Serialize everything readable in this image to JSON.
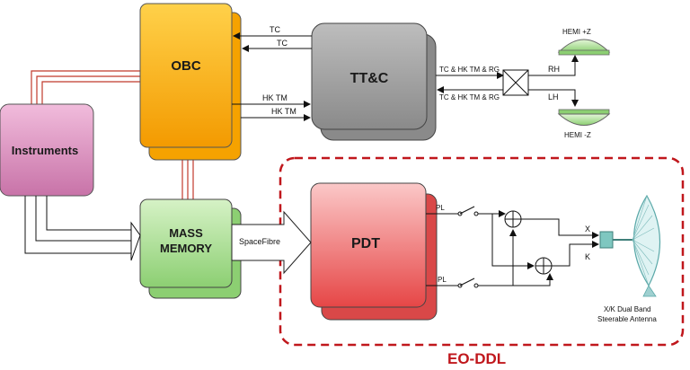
{
  "blocks": {
    "obc": "OBC",
    "ttc": "TT&C",
    "instruments": "Instruments",
    "mass_memory_line1": "MASS",
    "mass_memory_line2": "MEMORY",
    "pdt": "PDT"
  },
  "links": {
    "tc_1": "TC",
    "tc_2": "TC",
    "hk_tm_1": "HK TM",
    "hk_tm_2": "HK TM",
    "ttc_out_1": "TC & HK TM & RG",
    "ttc_out_2": "TC & HK TM & RG",
    "rh": "RH",
    "lh": "LH",
    "spacefibre": "SpaceFibre",
    "pl_1": "PL",
    "pl_2": "PL",
    "x_band": "X",
    "k_band": "K"
  },
  "antennas": {
    "hemi_plus": "HEMI +Z",
    "hemi_minus": "HEMI -Z",
    "steerable_line1": "X/K Dual Band",
    "steerable_line2": "Steerable Antenna"
  },
  "eo_ddl_label": "EO-DDL",
  "colors": {
    "obc": "#f7a800",
    "ttc": "#9d9d9d",
    "instruments": "#d88fbc",
    "mass_memory": "#9fd98d",
    "pdt": "#ef6a6a",
    "eo_ddl": "#c0171c",
    "hemi": "#a6d98a"
  }
}
